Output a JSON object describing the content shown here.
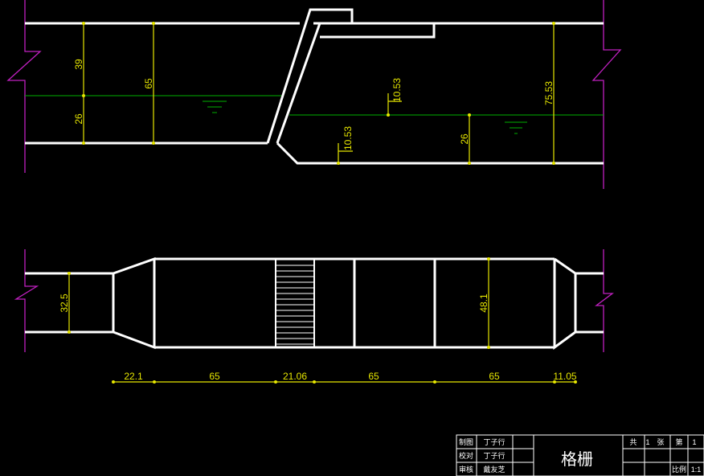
{
  "section_view": {
    "dims": {
      "upstream_freeboard": "39",
      "upstream_total": "65",
      "upstream_water": "26",
      "drop_upper": "10.53",
      "drop_lower": "10.53",
      "downstream_water": "26",
      "downstream_total": "75.53"
    }
  },
  "plan_view": {
    "dims": {
      "inlet_width": "32.5",
      "chamber_width": "48.1",
      "seg1": "22.1",
      "seg2": "65",
      "seg3": "21.06",
      "seg4": "65",
      "seg5": "65",
      "seg6": "11.05"
    }
  },
  "title_block": {
    "title": "格栅",
    "rows": [
      {
        "label": "制图",
        "value": "丁子行"
      },
      {
        "label": "校对",
        "value": "丁子行"
      },
      {
        "label": "审核",
        "value": "戴友芝"
      }
    ],
    "sheet_label": "共",
    "sheet_value": "1",
    "page_label": "第",
    "page_value": "1",
    "zhang1": "张",
    "scale_label": "比例",
    "scale_value": "1:1"
  }
}
